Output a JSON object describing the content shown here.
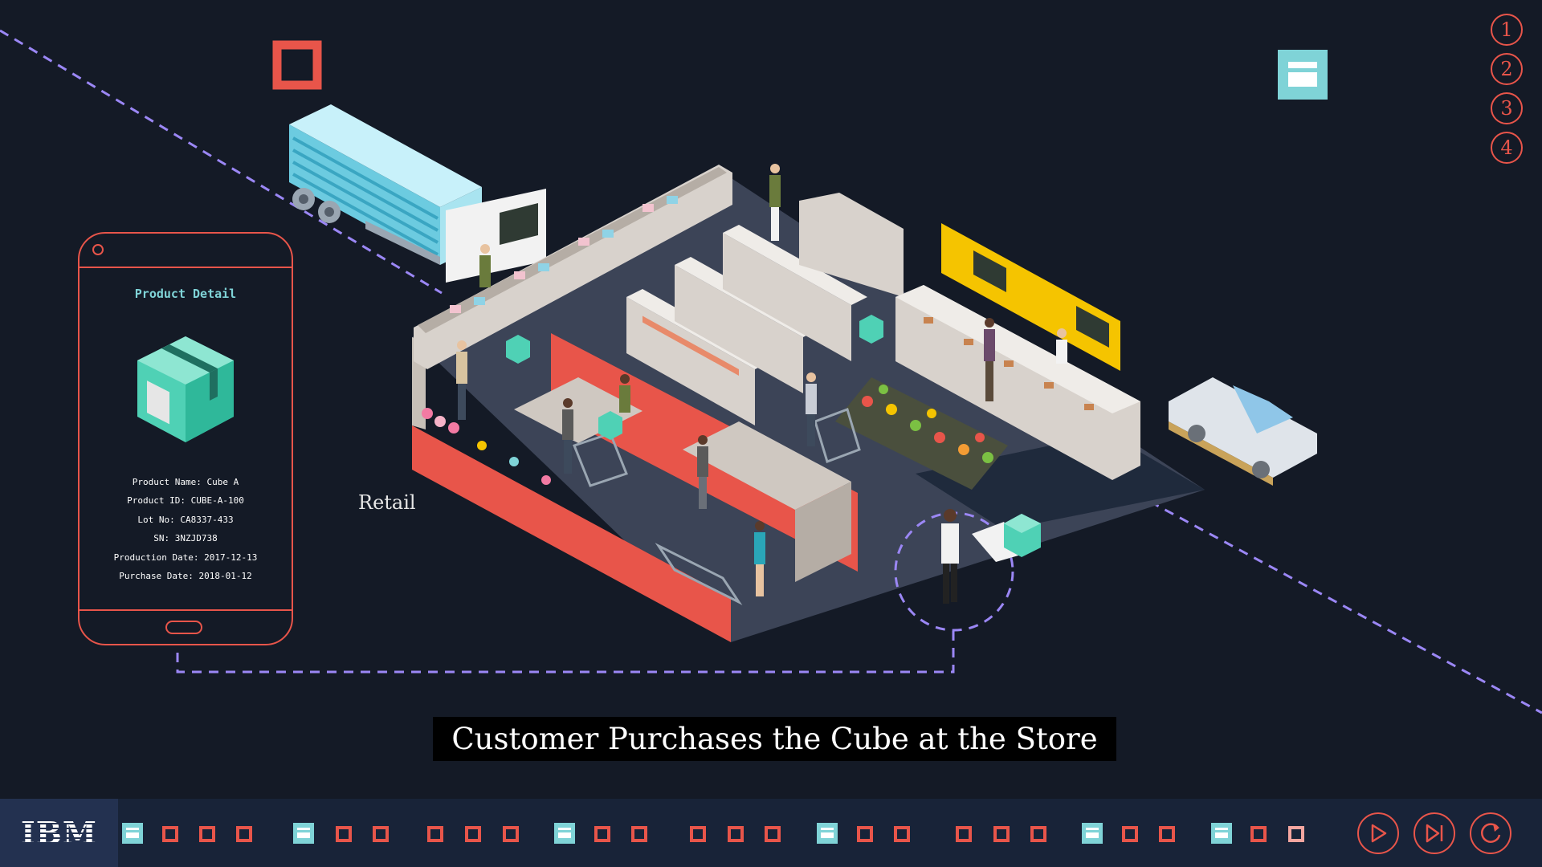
{
  "steps": [
    "1",
    "2",
    "3",
    "4"
  ],
  "phone": {
    "title": "Product Detail",
    "details": [
      "Product Name: Cube A",
      "Product ID: CUBE-A-100",
      "Lot No: CA8337-433",
      "SN: 3NZJD738",
      "Production Date: 2017-12-13",
      "Purchase Date: 2018-01-12"
    ]
  },
  "scene": {
    "label": "Retail"
  },
  "caption": "Customer Purchases the Cube at the Store",
  "brand": {
    "logo": "IBM"
  },
  "timeline": {
    "items": [
      "card",
      "square",
      "square",
      "square",
      "card",
      "square",
      "square",
      "square",
      "square",
      "square",
      "card",
      "square",
      "square",
      "square",
      "square",
      "square",
      "card",
      "square",
      "square",
      "square",
      "square",
      "square",
      "card",
      "square",
      "square",
      "card",
      "square",
      "current-square"
    ]
  },
  "controls": [
    "play-icon",
    "skip-icon",
    "replay-icon"
  ],
  "colors": {
    "background": "#141a26",
    "accent_red": "#e8554a",
    "teal": "#7fd3d7",
    "cube_green": "#4fd1b5",
    "path_purple": "#9b87f5",
    "sign_yellow": "#f5c400",
    "bar": "#182338"
  }
}
